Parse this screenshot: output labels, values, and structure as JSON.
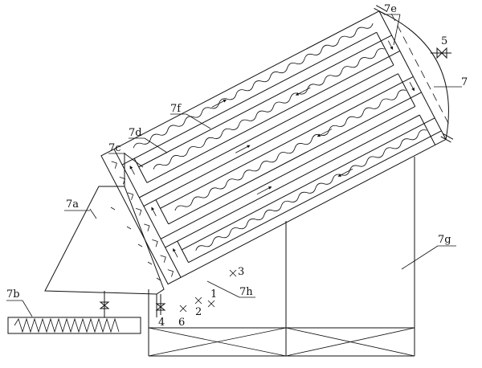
{
  "diagram": {
    "labels": {
      "l7": "7",
      "l7a": "7a",
      "l7b": "7b",
      "l7c": "7c",
      "l7d": "7d",
      "l7e": "7e",
      "l7f": "7f",
      "l7g": "7g",
      "l7h": "7h",
      "l1": "1",
      "l2": "2",
      "l3": "3",
      "l4": "4",
      "l5": "5",
      "l6": "6"
    }
  }
}
